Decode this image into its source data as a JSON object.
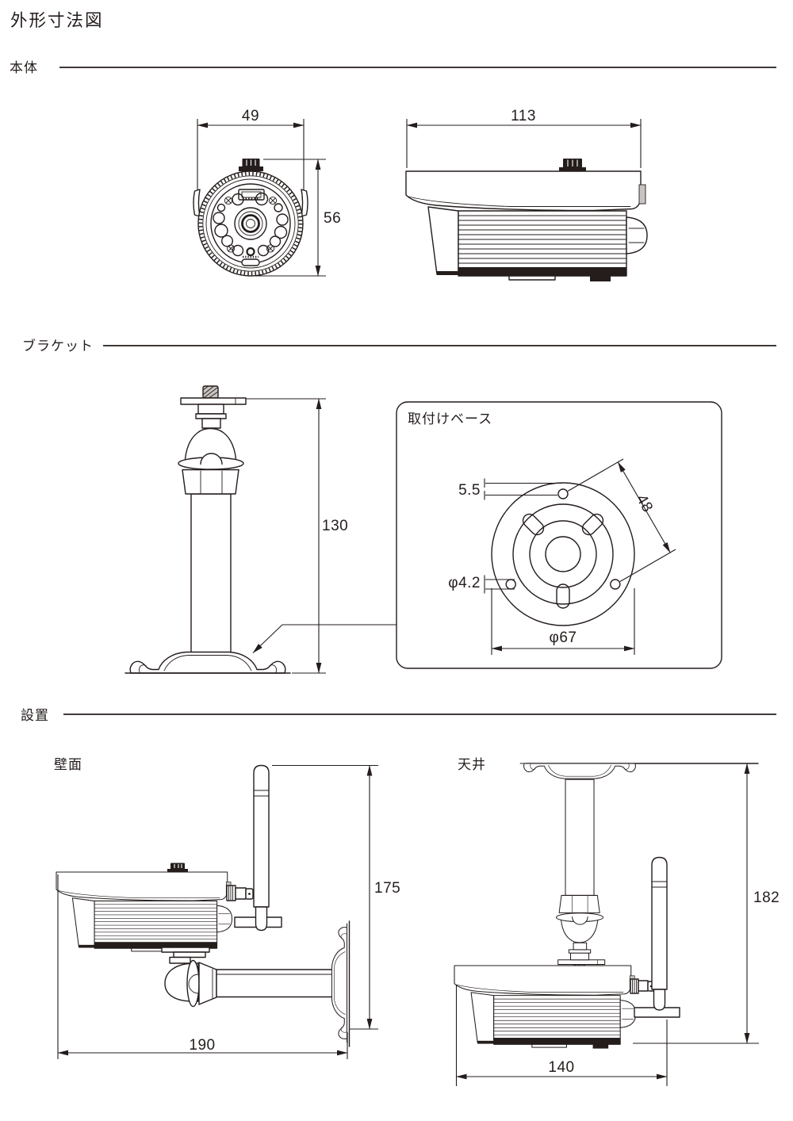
{
  "title": "外形寸法図",
  "sections": {
    "body": "本体",
    "bracket": "ブラケット",
    "install": "設置"
  },
  "front_view": {
    "width_mm": "49",
    "height_mm": "56"
  },
  "side_view": {
    "length_mm": "113"
  },
  "bracket_view": {
    "height_mm": "130"
  },
  "mount_base": {
    "title": "取付けベース",
    "edge_offset_mm": "5.5",
    "hole_pitch_mm": "48",
    "hole_diameter": "φ4.2",
    "base_diameter": "φ67"
  },
  "installation": {
    "wall": {
      "label": "壁面",
      "width_mm": "190",
      "height_mm": "175"
    },
    "ceiling": {
      "label": "天井",
      "width_mm": "140",
      "height_mm": "182"
    }
  },
  "colors": {
    "ink": "#241d1c",
    "background": "#ffffff"
  }
}
